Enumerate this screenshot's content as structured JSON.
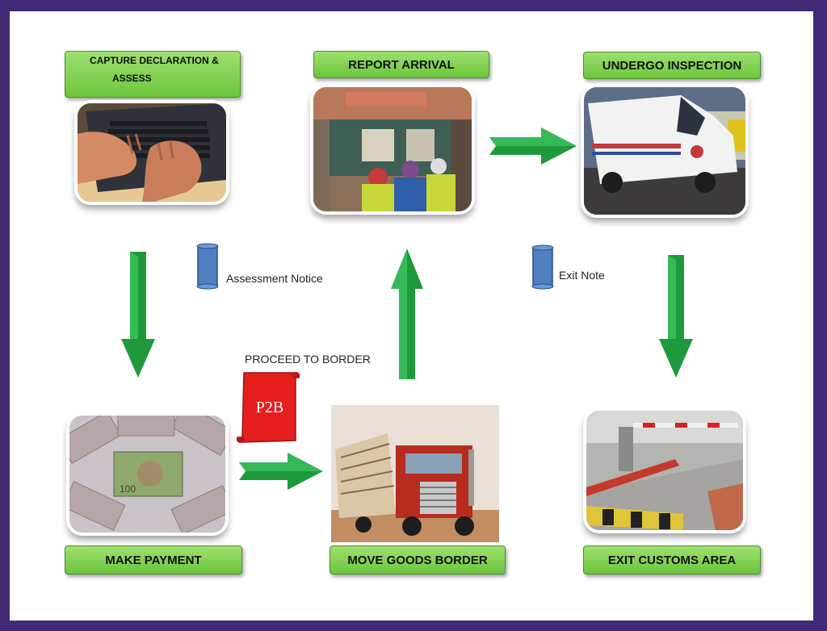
{
  "steps": {
    "capture": {
      "line1": "CAPTURE DECLARATION &",
      "line2": "ASSESS"
    },
    "report": "REPORT ARRIVAL",
    "inspection": "UNDERGO INSPECTION",
    "payment": "MAKE PAYMENT",
    "move": "MOVE GOODS BORDER",
    "exit": "EXIT CUSTOMS AREA"
  },
  "notes": {
    "assessment": "Assessment Notice",
    "exit": "Exit Note",
    "proceed": "PROCEED TO BORDER",
    "p2b": "P2B"
  },
  "colors": {
    "frame": "#3f2a73",
    "label_fill": "#8fd85a",
    "arrow": "#1e9a3c",
    "doc_blue": "#4f7fc0",
    "p2b_red": "#e41e1e"
  },
  "icons": [
    "laptop-photo",
    "border-post-photo",
    "customs-van-photo",
    "banknotes-photo",
    "truck-photo",
    "boom-gate-photo"
  ]
}
